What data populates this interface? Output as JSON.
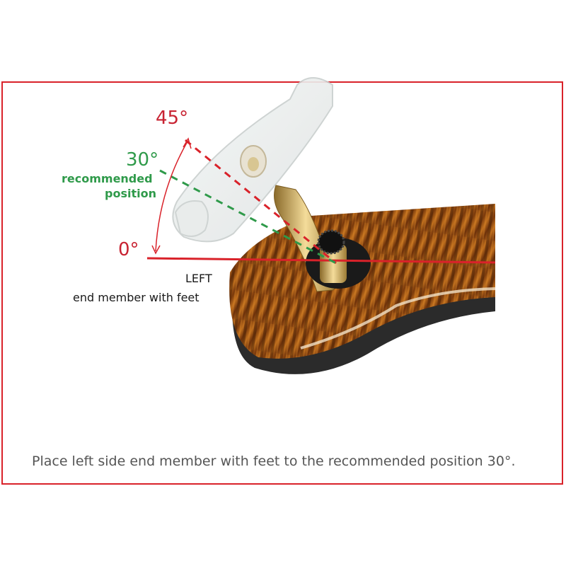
{
  "labels": {
    "deg45": "45°",
    "deg30": "30°",
    "recommended_line1": "recommended",
    "recommended_line2": "position",
    "deg0": "0°",
    "left": "LEFT",
    "end_member": "end member with feet"
  },
  "caption": "Place left side end member with feet to the recommended position 30°.",
  "colors": {
    "frame_border": "#d9222a",
    "angle_red": "#c82332",
    "angle_green": "#2f9a4a",
    "caption_text": "#555555"
  }
}
